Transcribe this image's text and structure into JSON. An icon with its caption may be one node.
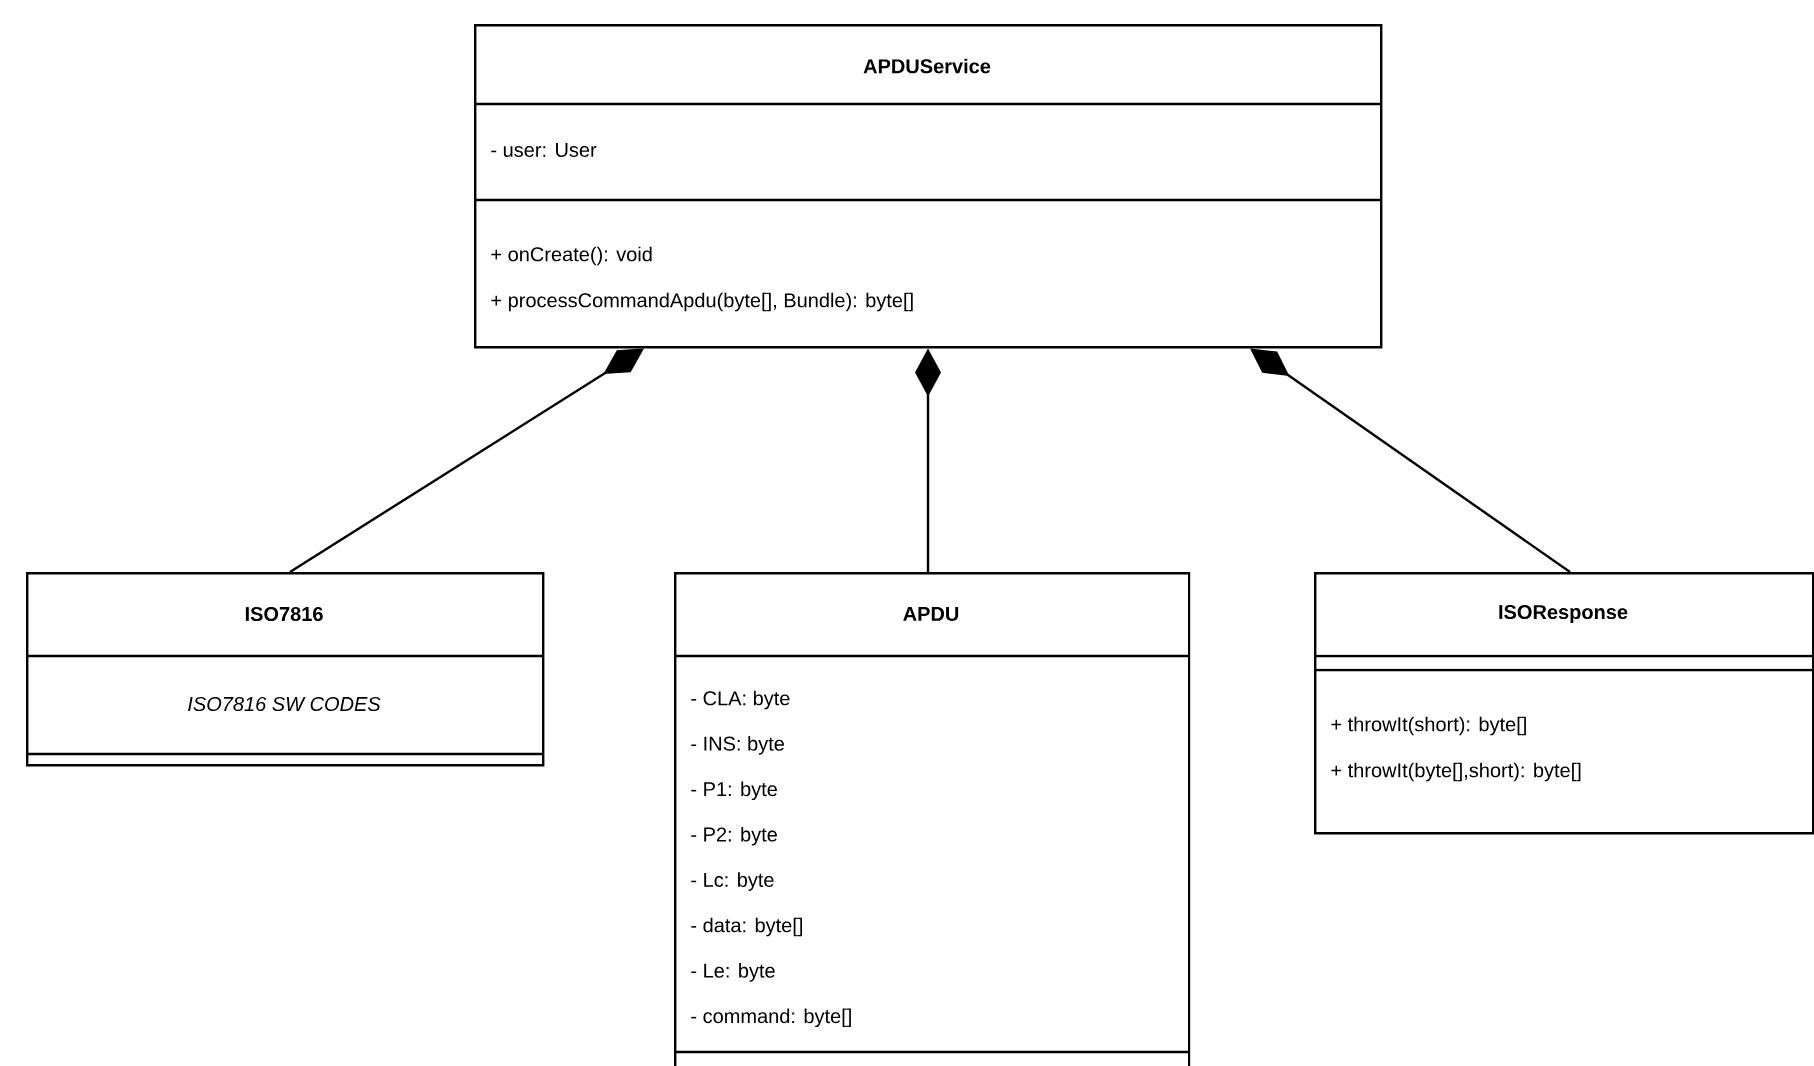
{
  "diagram": {
    "nodes": [
      {
        "text": [
          "APDUService",
          "- user: User",
          "+ onCreate(): void",
          "+ processCommandApdu(byte[], Bundle): byte[]"
        ]
      },
      {
        "text": [
          "ISO7816",
          "ISO7816 SW CODES"
        ]
      },
      {
        "text": [
          "APDU",
          "- CLA: byte",
          "- INS: byte",
          "- P1: byte",
          "- P2: byte",
          "- Lc: byte",
          "- data: byte[]",
          "- Le: byte",
          "- command: byte[]"
        ]
      },
      {
        "text": [
          "ISOResponse",
          "+ throwIt(short): byte[]",
          "+ throwIt(byte[],short): byte[]"
        ]
      }
    ],
    "edges": [
      {
        "from": 1,
        "to": 0,
        "arrow": "other"
      },
      {
        "from": 2,
        "to": 0,
        "arrow": "other"
      },
      {
        "from": 3,
        "to": 0,
        "arrow": "other"
      }
    ]
  }
}
